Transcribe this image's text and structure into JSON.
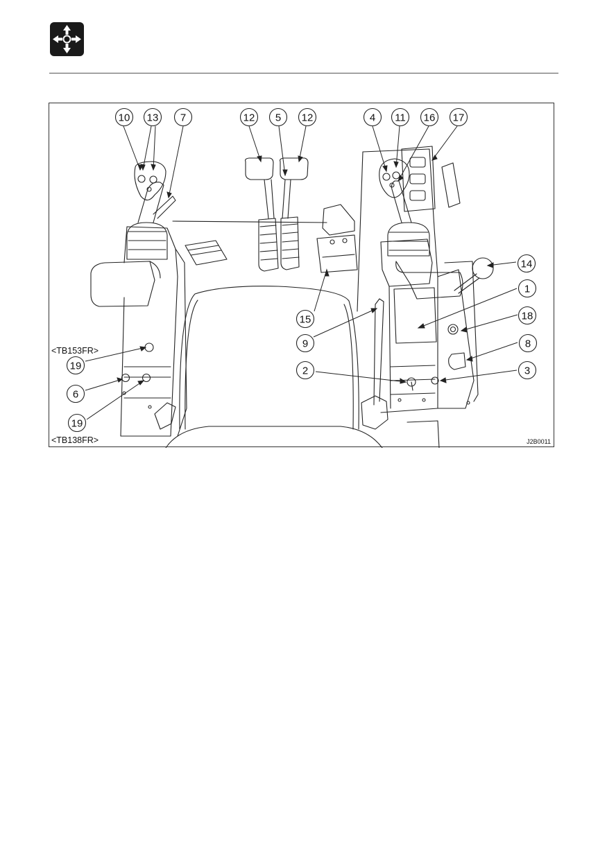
{
  "header": {
    "icon": "four-way-arrow-icon"
  },
  "figure": {
    "figure_code": "J2B0011",
    "variant_labels": {
      "top": "<TB153FR>",
      "bottom": "<TB138FR>"
    },
    "callouts": {
      "c1": "1",
      "c2": "2",
      "c3": "3",
      "c4": "4",
      "c5": "5",
      "c6": "6",
      "c7": "7",
      "c8": "8",
      "c9": "9",
      "c10": "10",
      "c11": "11",
      "c12a": "12",
      "c12b": "12",
      "c13": "13",
      "c14": "14",
      "c15": "15",
      "c16": "16",
      "c17": "17",
      "c18": "18",
      "c19a": "19",
      "c19b": "19"
    }
  },
  "colors": {
    "line": "#222222",
    "icon_bg": "#1a1a1a",
    "icon_fg": "#ffffff"
  }
}
